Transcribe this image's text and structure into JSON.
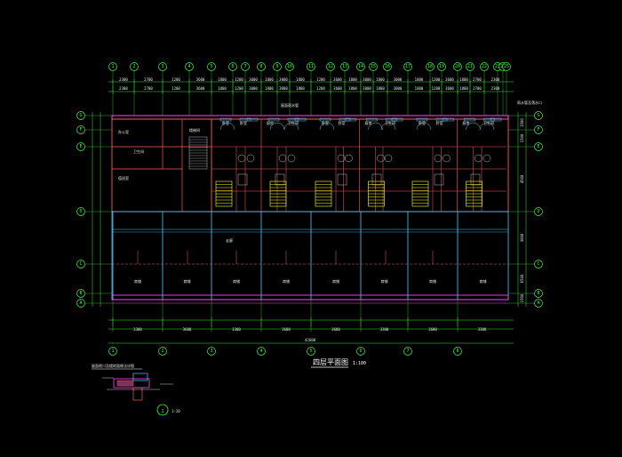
{
  "drawing": {
    "title": "四层平面图",
    "scale": "1:100",
    "detail_title": "屋面檐口及楼地面做法详图",
    "detail_scale": "1:20",
    "detail_index": "1"
  },
  "axes": {
    "top": [
      "1",
      "2",
      "3",
      "4",
      "5",
      "6",
      "7",
      "8",
      "9",
      "10",
      "11",
      "12",
      "13",
      "14",
      "15",
      "16",
      "17",
      "18",
      "19",
      "20",
      "21",
      "22",
      "23",
      "24",
      "25"
    ],
    "bottom": [
      "1",
      "2",
      "3",
      "4",
      "5",
      "6",
      "7",
      "8"
    ],
    "left": [
      "G",
      "F",
      "E",
      "D",
      "C",
      "B",
      "A"
    ],
    "right": [
      "G",
      "F",
      "E",
      "D",
      "C",
      "B",
      "A"
    ]
  },
  "dimensions": {
    "top_bays": [
      "2300",
      "2700",
      "1200",
      "3600",
      "1800",
      "1200",
      "3000",
      "1800",
      "3000",
      "1800",
      "1200",
      "3600",
      "1800",
      "3000",
      "1800",
      "3000",
      "1800",
      "1200",
      "3600",
      "1800",
      "2700",
      "2300"
    ],
    "bottom_bays": [
      "3300",
      "3600",
      "3300",
      "3600",
      "3600",
      "3300",
      "3600",
      "3300"
    ],
    "overall": "42600",
    "right_side": [
      "1500",
      "1500",
      "4500",
      "3000",
      "6500",
      "1500"
    ]
  },
  "rooms": {
    "upper": [
      "卧室",
      "卧室",
      "厨房",
      "卫生间",
      "卧室",
      "卧室",
      "厨房",
      "卫生间",
      "卧室",
      "卧室",
      "厨房",
      "卫生间"
    ],
    "lower": [
      "商铺",
      "商铺",
      "商铺",
      "商铺",
      "商铺",
      "商铺",
      "商铺",
      "商铺"
    ],
    "left_block": [
      "办公室",
      "卫生间",
      "楼梯间",
      "值班室"
    ]
  },
  "notes": {
    "corridor": "走廊",
    "top_note": "屋面雨水管",
    "right_note": "雨水管及落水口"
  },
  "colors": {
    "background": "#000000",
    "axis": "#3cff3c",
    "dimension": "#3cff3c",
    "wall": "#ff5a5a",
    "parapet": "#ff44ff",
    "window": "#44ccff",
    "stair": "#ffff33",
    "text": "#e8e8e8",
    "fixture": "#bbbbbb"
  }
}
